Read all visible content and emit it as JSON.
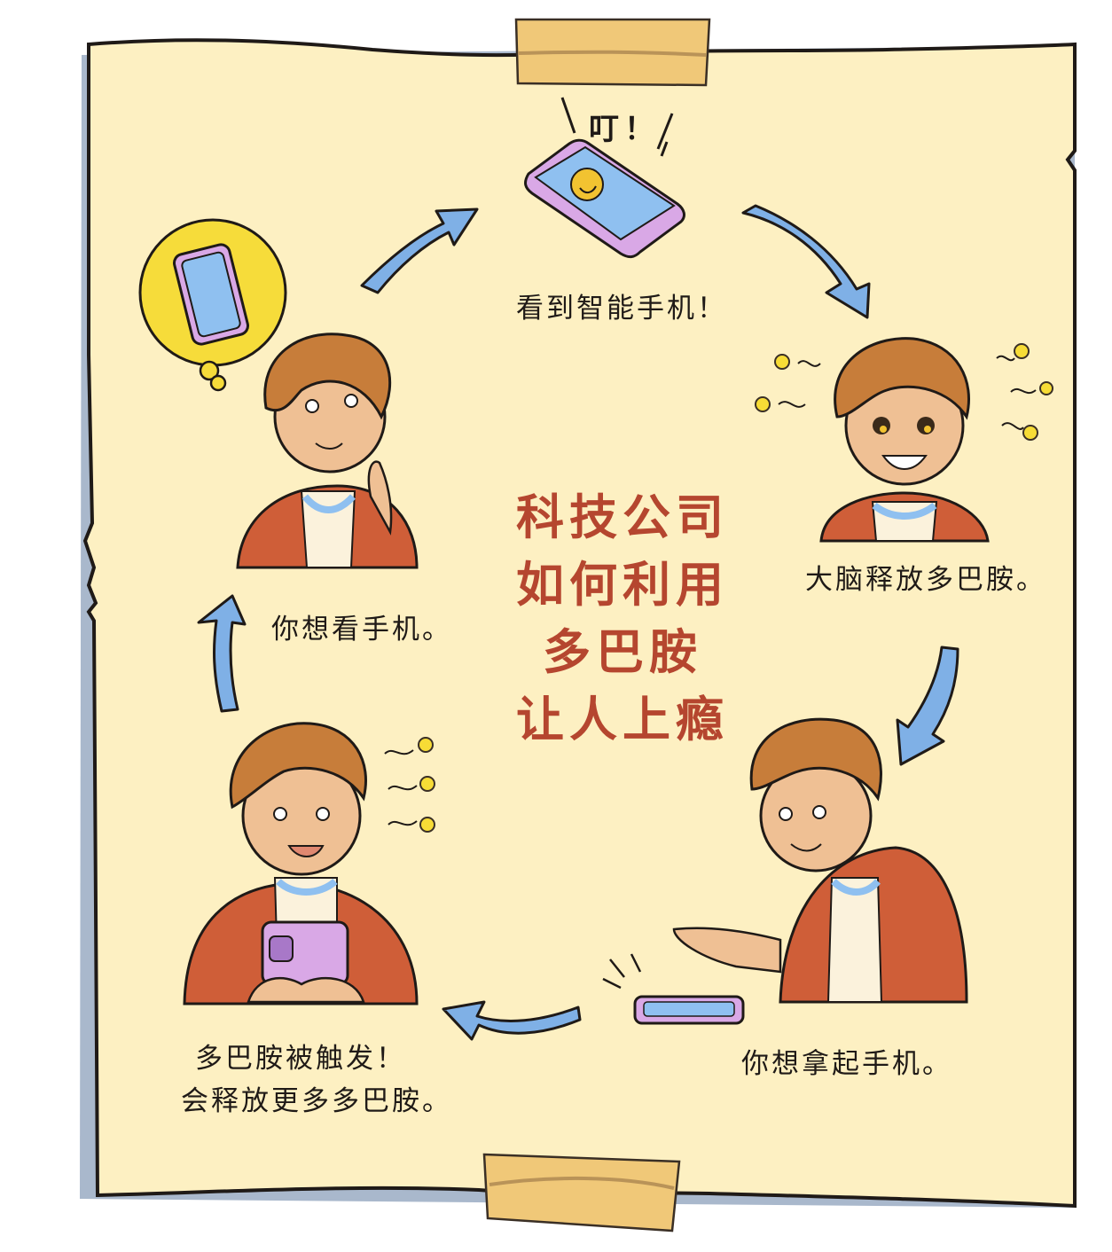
{
  "title": {
    "lines": [
      "科技公司",
      "如何利用",
      "多巴胺",
      "让人上瘾"
    ],
    "color": "#b5462f"
  },
  "cycle": {
    "steps": [
      {
        "id": "see-phone",
        "sound": "叮！",
        "caption": "看到智能手机！"
      },
      {
        "id": "brain-release",
        "caption": "大脑释放多巴胺。"
      },
      {
        "id": "reach-phone",
        "caption": "你想拿起手机。"
      },
      {
        "id": "triggered",
        "caption_line1": "多巴胺被触发！",
        "caption_line2": "会释放更多多巴胺。"
      },
      {
        "id": "want-phone",
        "caption": "你想看手机。"
      }
    ],
    "arrow_color": "#7fb0e6"
  },
  "colors": {
    "paper": "#fdf0c2",
    "paper_shadow": "#a9b8cc",
    "tape": "#f0c878",
    "outline": "#1f1a17",
    "jacket": "#cf5e38",
    "hair": "#c77d3a",
    "skin": "#efc094",
    "phone_case": "#d9a8e6",
    "phone_screen": "#8fc0f0",
    "sparkle": "#f7dc36",
    "thought_bubble": "#f6dc3a"
  }
}
